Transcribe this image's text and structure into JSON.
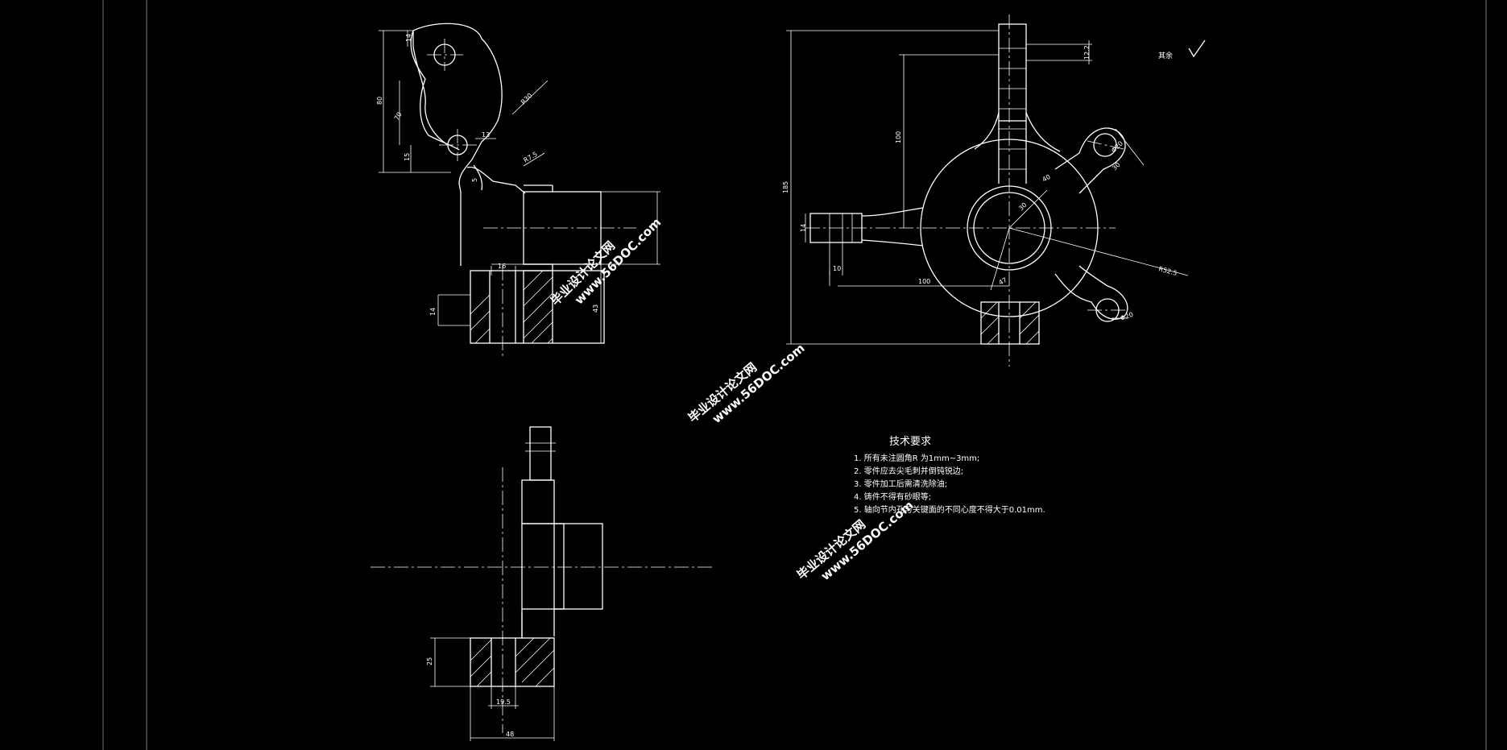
{
  "annotations": {
    "surface_finish_note": "其余",
    "dims": {
      "d14_top": "14",
      "d80": "80",
      "d70": "70",
      "d15": "15",
      "d13": "13",
      "r30": "R30",
      "r75": "R7.5",
      "d5": "5",
      "d16": "16",
      "d14_mid": "14",
      "d43": "43",
      "d185": "185",
      "d12_2": "12.2",
      "d100_v": "100",
      "d10": "10",
      "d14_left": "14",
      "d100_h": "100",
      "d30_ring": "30",
      "d40": "40",
      "d30_arm": "30",
      "r525": "R52.5",
      "d47": "47",
      "phi20_a": "Φ20",
      "phi20_b": "Φ20",
      "d25": "25",
      "d19_5": "19.5",
      "d48": "48"
    }
  },
  "tech_requirements": {
    "title": "技术要求",
    "items": [
      "1. 所有未注圆角R 为1mm~3mm;",
      "2. 零件应去尖毛刺并倒钝锐边;",
      "3. 零件加工后需清洗除油;",
      "4. 铸件不得有砂眼等;",
      "5. 轴向节内孔与关键面的不同心度不得大于0.01mm."
    ]
  },
  "watermarks": [
    {
      "site": "www.56DOC.com",
      "name": "毕业设计论文网"
    },
    {
      "site": "www.56DOC.com",
      "name": "毕业设计论文网"
    },
    {
      "site": "www.56DOC.com",
      "name": "毕业设计论文网"
    }
  ]
}
